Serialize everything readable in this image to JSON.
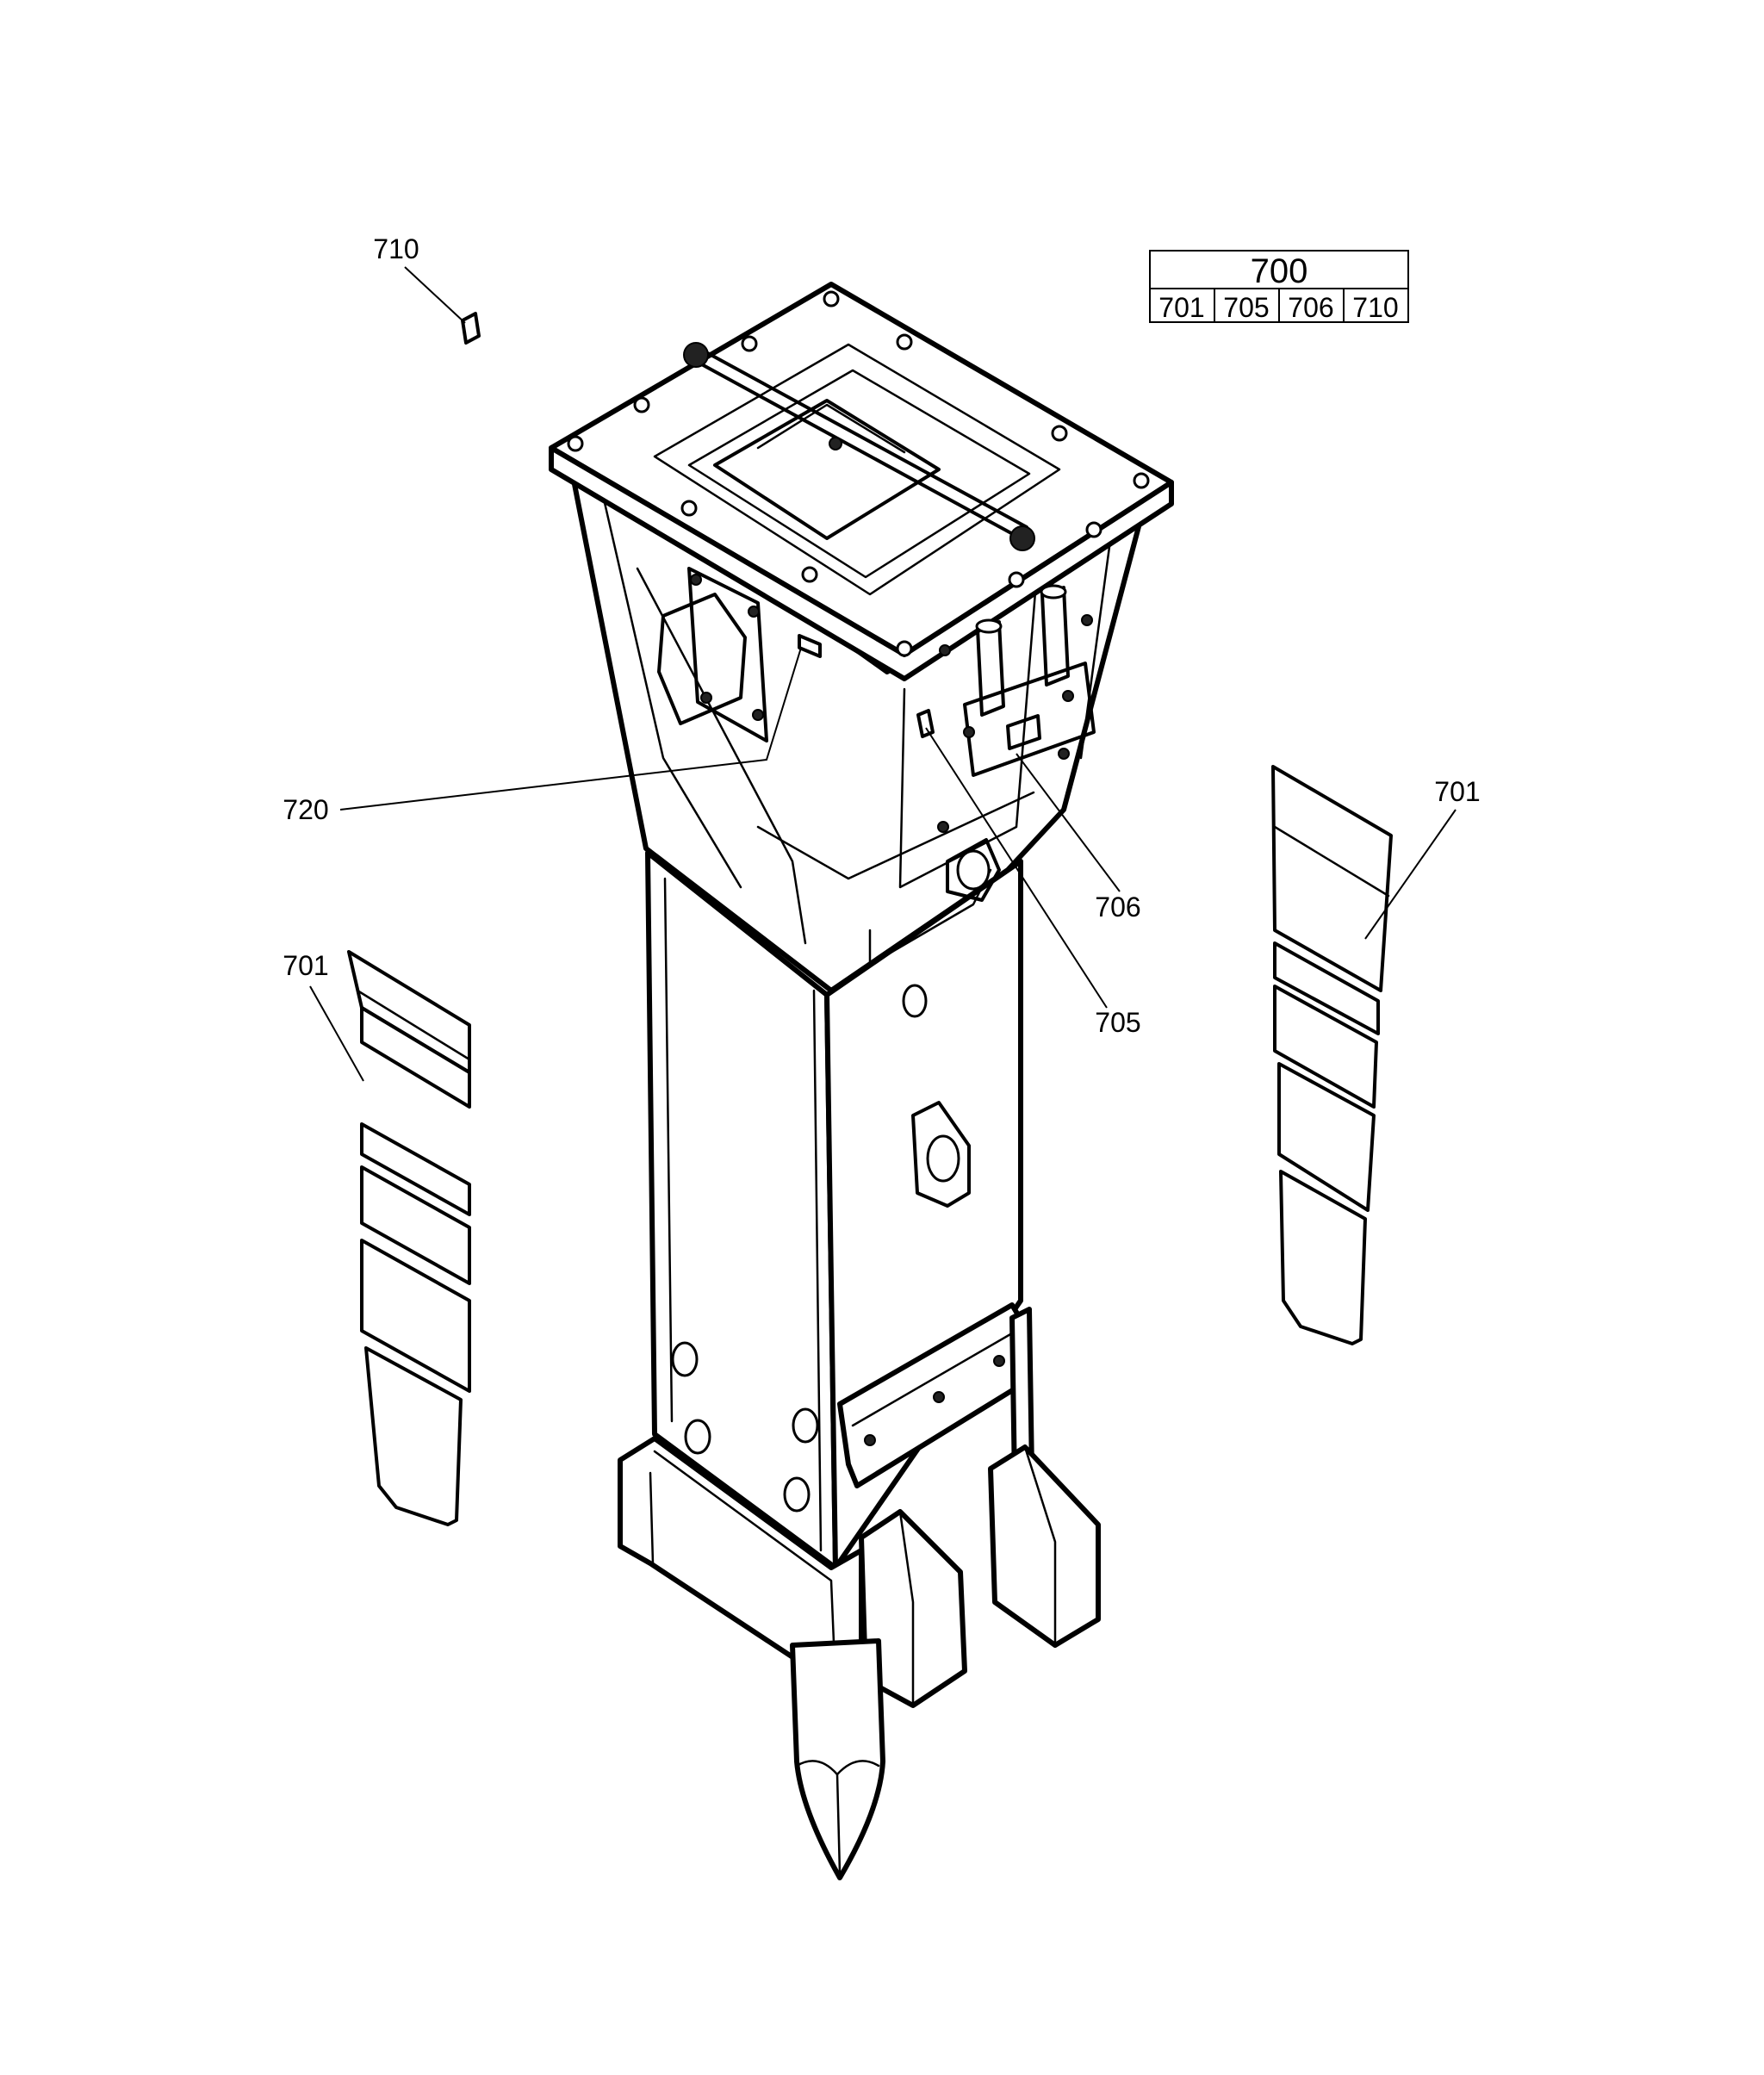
{
  "callouts": {
    "c710": "710",
    "c720": "720",
    "c701_left": "701",
    "c701_right": "701",
    "c706": "706",
    "c705": "705"
  },
  "kit_table": {
    "kit_number": "700",
    "parts": [
      "701",
      "705",
      "706",
      "710"
    ]
  },
  "colors": {
    "line": "#000000",
    "background": "#ffffff"
  }
}
